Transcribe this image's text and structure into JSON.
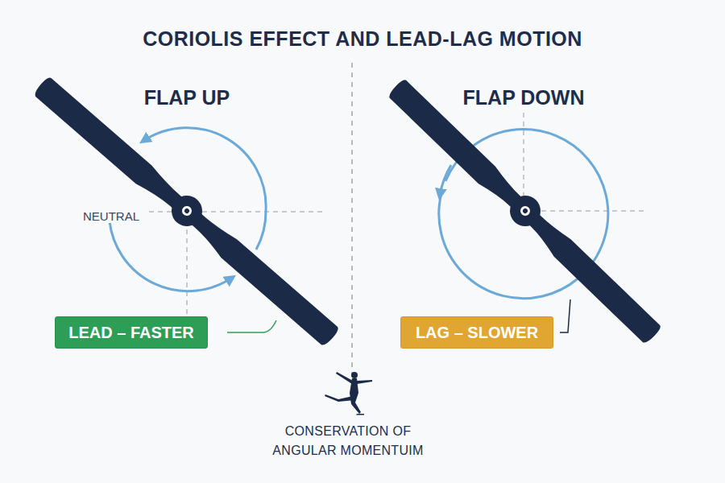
{
  "diagram": {
    "title": "CORIOLIS EFFECT AND LEAD-LAG MOTION",
    "nodes": [
      {
        "text": [
          "LEAD – FASTER"
        ]
      },
      {
        "text": [
          "LAG – SLOWER"
        ]
      }
    ],
    "labels": [
      "FLAP UP",
      "FLAP DOWN",
      "NEUTRAL",
      "CONSERVATION OF ANGULAR MOMENTUIM"
    ]
  }
}
